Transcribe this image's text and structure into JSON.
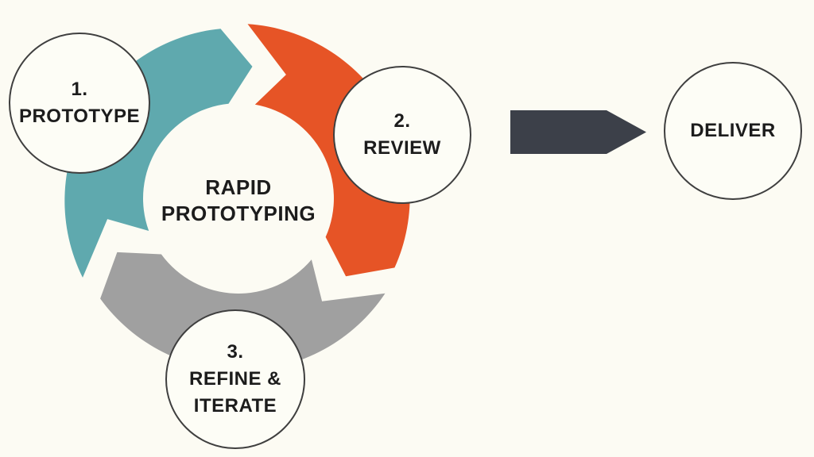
{
  "cycle": {
    "center_label": {
      "line1": "RAPID",
      "line2": "PROTOTYPING"
    },
    "segments": [
      {
        "name": "prototype-arc",
        "color": "#5FA9AE"
      },
      {
        "name": "review-arc",
        "color": "#E65426"
      },
      {
        "name": "refine-arc",
        "color": "#A0A0A0"
      }
    ],
    "steps": [
      {
        "lines": [
          "1.",
          "PROTOTYPE"
        ]
      },
      {
        "lines": [
          "2.",
          "REVIEW"
        ]
      },
      {
        "lines": [
          "3.",
          "REFINE &",
          "ITERATE"
        ]
      }
    ]
  },
  "flow": {
    "arrow_color": "#3C4049",
    "deliver_label": "DELIVER"
  },
  "palette": {
    "background": "#FCFBF3",
    "circle_fill": "#FDFDF6",
    "circle_border": "#3F3F3F",
    "text": "#1C1C1C"
  }
}
